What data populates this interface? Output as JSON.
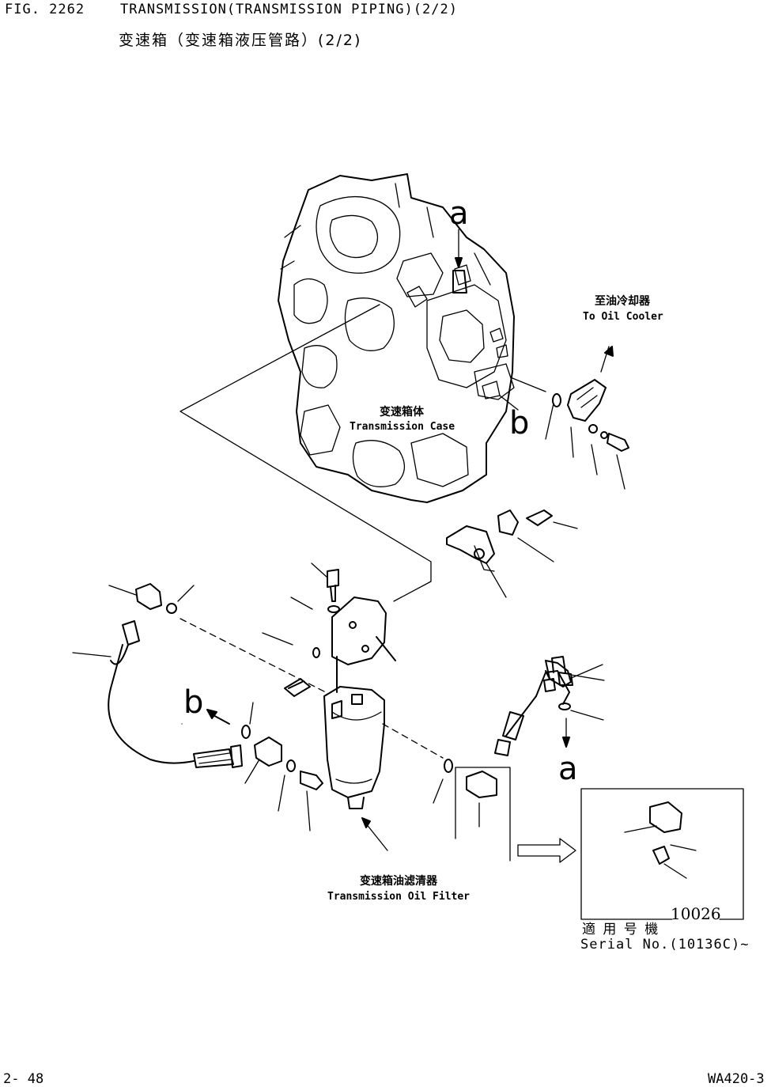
{
  "header": {
    "fig_no": "FIG. 2262",
    "title_en": "TRANSMISSION(TRANSMISSION PIPING)(2/2)",
    "title_cn": "变速箱（变速箱液压管路）(2/2)"
  },
  "labels": {
    "oil_cooler_cn": "至油冷却器",
    "oil_cooler_en": "To Oil Cooler",
    "case_cn": "变速箱体",
    "case_en": "Transmission Case",
    "filter_cn": "变速箱油滤清器",
    "filter_en": "Transmission Oil Filter"
  },
  "markers": {
    "a_top": "a",
    "b_right": "b",
    "b_left": "b",
    "a_bottom": "a"
  },
  "detail_box": {
    "number": "10026",
    "applicable_cn": "適 用 号 機",
    "serial": "Serial No.(10136C)~"
  },
  "footer": {
    "page": "2- 48",
    "model": "WA420-3"
  }
}
